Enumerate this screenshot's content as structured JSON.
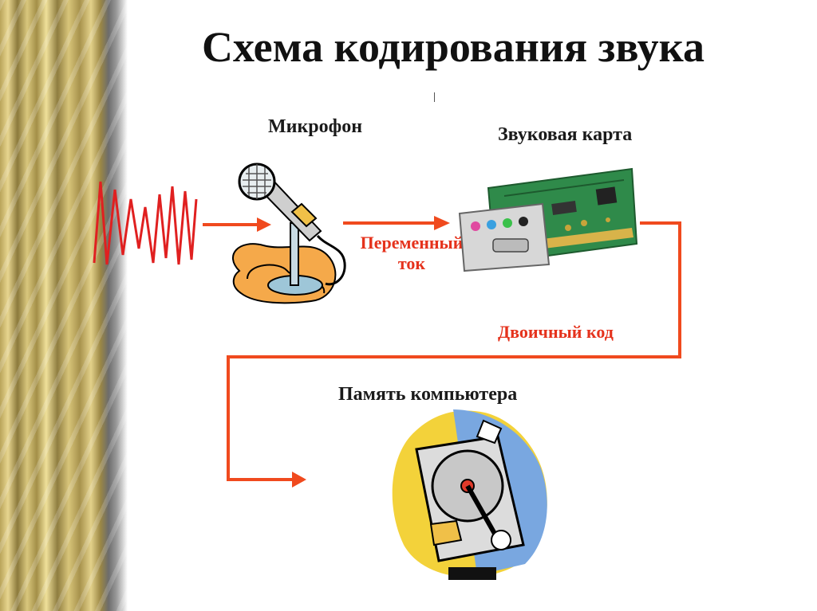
{
  "title": "Схема кодирования звука",
  "nodes": {
    "microphone": "Микрофон",
    "sound_card": "Звуковая карта",
    "memory": "Память  компьютера"
  },
  "edges": {
    "alternating_current_line1": "Переменный",
    "alternating_current_line2": "ток",
    "binary_code": "Двоичный код"
  },
  "colors": {
    "arrow": "#f04a1e",
    "wave": "#e02020",
    "edge_label": "#e5321c"
  }
}
